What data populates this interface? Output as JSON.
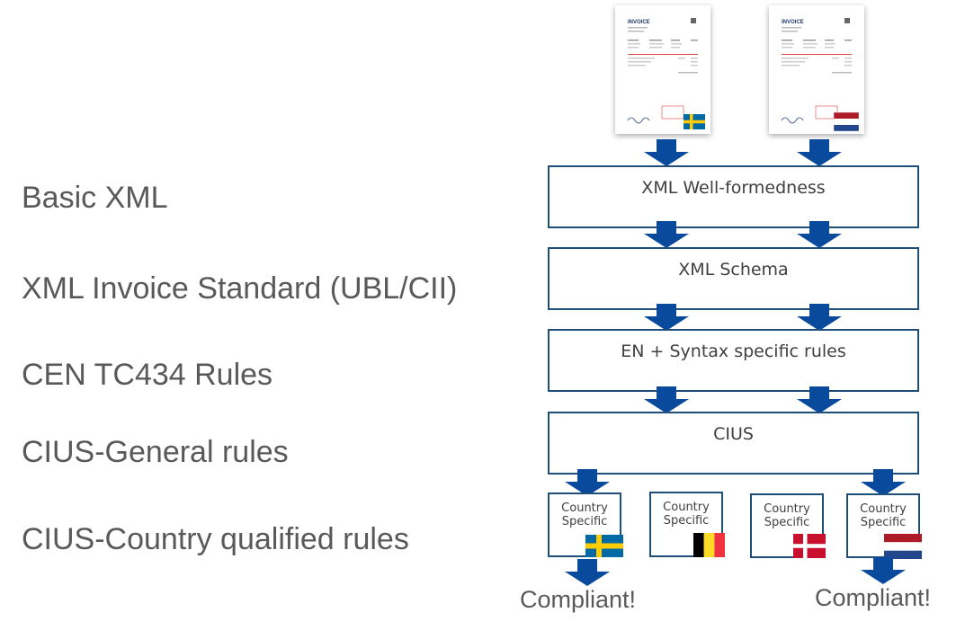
{
  "layers": [
    {
      "label": "Basic XML",
      "stage": "XML Well-formedness"
    },
    {
      "label": "XML Invoice Standard (UBL/CII)",
      "stage": "XML Schema"
    },
    {
      "label": "CEN TC434 Rules",
      "stage": "EN + Syntax specific rules"
    },
    {
      "label": "CIUS-General rules",
      "stage": "CIUS"
    },
    {
      "label": "CIUS-Country qualified rules"
    }
  ],
  "country_boxes": [
    {
      "text": "Country Specific",
      "flag": "sweden"
    },
    {
      "text": "Country Specific",
      "flag": "belgium"
    },
    {
      "text": "Country Specific",
      "flag": "denmark"
    },
    {
      "text": "Country Specific",
      "flag": "netherlands"
    }
  ],
  "documents": [
    {
      "title": "INVOICE",
      "flag": "sweden"
    },
    {
      "title": "INVOICE",
      "flag": "netherlands"
    }
  ],
  "results": [
    "Compliant!",
    "Compliant!"
  ],
  "colors": {
    "box_border": "#1f4e79",
    "arrow": "#0a4a9c",
    "label_text": "#595959"
  }
}
